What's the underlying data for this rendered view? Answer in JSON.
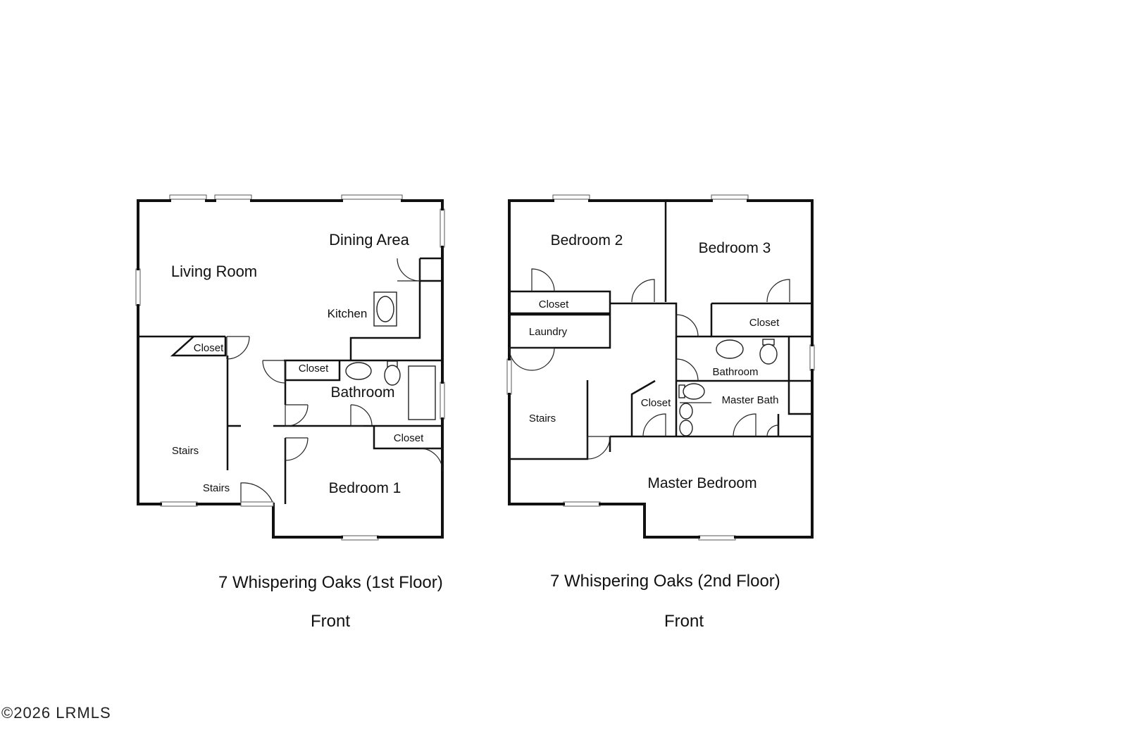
{
  "floor1": {
    "rooms": {
      "living_room": "Living Room",
      "dining_area": "Dining Area",
      "kitchen": "Kitchen",
      "closet_a": "Closet",
      "closet_b": "Closet",
      "closet_c": "Closet",
      "bathroom": "Bathroom",
      "stairs_a": "Stairs",
      "stairs_b": "Stairs",
      "bedroom_1": "Bedroom 1"
    },
    "title": "7 Whispering Oaks (1st Floor)",
    "front": "Front"
  },
  "floor2": {
    "rooms": {
      "bedroom_2": "Bedroom 2",
      "bedroom_3": "Bedroom 3",
      "closet_a": "Closet",
      "closet_b": "Closet",
      "closet_c": "Closet",
      "laundry": "Laundry",
      "bathroom": "Bathroom",
      "master_bath": "Master Bath",
      "stairs": "Stairs",
      "master_bedroom": "Master Bedroom"
    },
    "title": "7 Whispering Oaks (2nd Floor)",
    "front": "Front"
  },
  "watermark": "©2026 LRMLS"
}
